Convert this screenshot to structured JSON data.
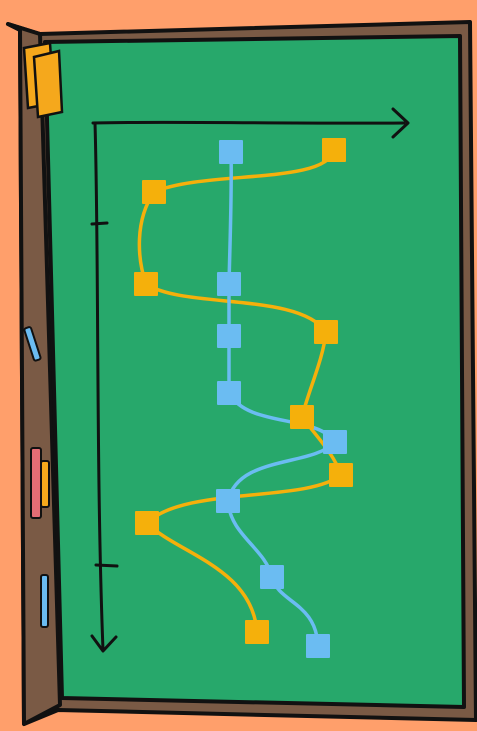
{
  "colors": {
    "background": "#ff9f6b",
    "frame": "#7a5a45",
    "board": "#27a86b",
    "outline": "#111111",
    "series_a": "#f5b00b",
    "series_b": "#6bbcf2",
    "sticky_note": "#f5a81c",
    "marker_blue": "#6bbcf2",
    "marker_red": "#e56d75",
    "marker_orange": "#f5a81c"
  },
  "icons": {
    "sticky_note": "sticky-note-icon",
    "markers": [
      "blue-marker-icon",
      "red-marker-icon",
      "orange-marker-icon",
      "blue-marker-icon"
    ]
  },
  "diagram": {
    "axes": {
      "horizontal_arrow": true,
      "vertical_arrow": true,
      "vertical_ticks": 2
    },
    "series": [
      {
        "id": "series-a",
        "color": "#f5b00b",
        "node_count": 8
      },
      {
        "id": "series-b",
        "color": "#6bbcf2",
        "node_count": 8
      }
    ]
  }
}
